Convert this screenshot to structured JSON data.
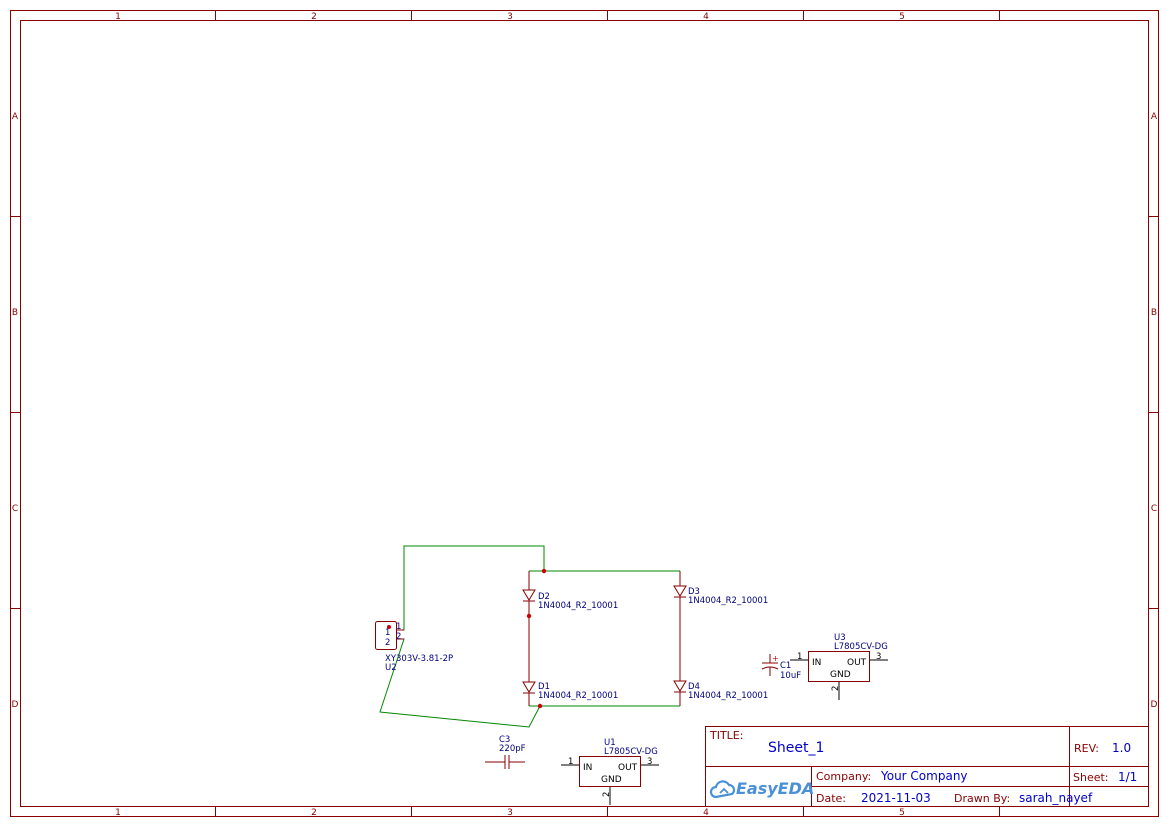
{
  "zones": {
    "columns": [
      "1",
      "2",
      "3",
      "4",
      "5"
    ],
    "rows": [
      "A",
      "B",
      "C",
      "D"
    ]
  },
  "components": {
    "u2": {
      "ref": "U2",
      "value": "XY303V-3.81-2P",
      "pin1": "1",
      "pin2": "2",
      "body1": "1",
      "body2": "2"
    },
    "d1": {
      "ref": "D1",
      "value": "1N4004_R2_10001"
    },
    "d2": {
      "ref": "D2",
      "value": "1N4004_R2_10001"
    },
    "d3": {
      "ref": "D3",
      "value": "1N4004_R2_10001"
    },
    "d4": {
      "ref": "D4",
      "value": "1N4004_R2_10001"
    },
    "c1": {
      "ref": "C1",
      "value": "10uF",
      "polarity": "+"
    },
    "c3": {
      "ref": "C3",
      "value": "220pF"
    },
    "u1": {
      "ref": "U1",
      "value": "L7805CV-DG",
      "in": "IN",
      "out": "OUT",
      "gnd": "GND",
      "pin1": "1",
      "pin2": "2",
      "pin3": "3"
    },
    "u3": {
      "ref": "U3",
      "value": "L7805CV-DG",
      "in": "IN",
      "out": "OUT",
      "gnd": "GND",
      "pin1": "1",
      "pin2": "2",
      "pin3": "3"
    }
  },
  "titleblock": {
    "title_label": "TITLE:",
    "title": "Sheet_1",
    "rev_label": "REV:",
    "rev": "1.0",
    "company_label": "Company:",
    "company": "Your Company",
    "sheet_label": "Sheet:",
    "sheet": "1/1",
    "date_label": "Date:",
    "date": "2021-11-03",
    "drawn_label": "Drawn By:",
    "drawn_by": "sarah_nayef",
    "logo": "EasyEDA",
    "logo_icon": "cloud-icon"
  }
}
